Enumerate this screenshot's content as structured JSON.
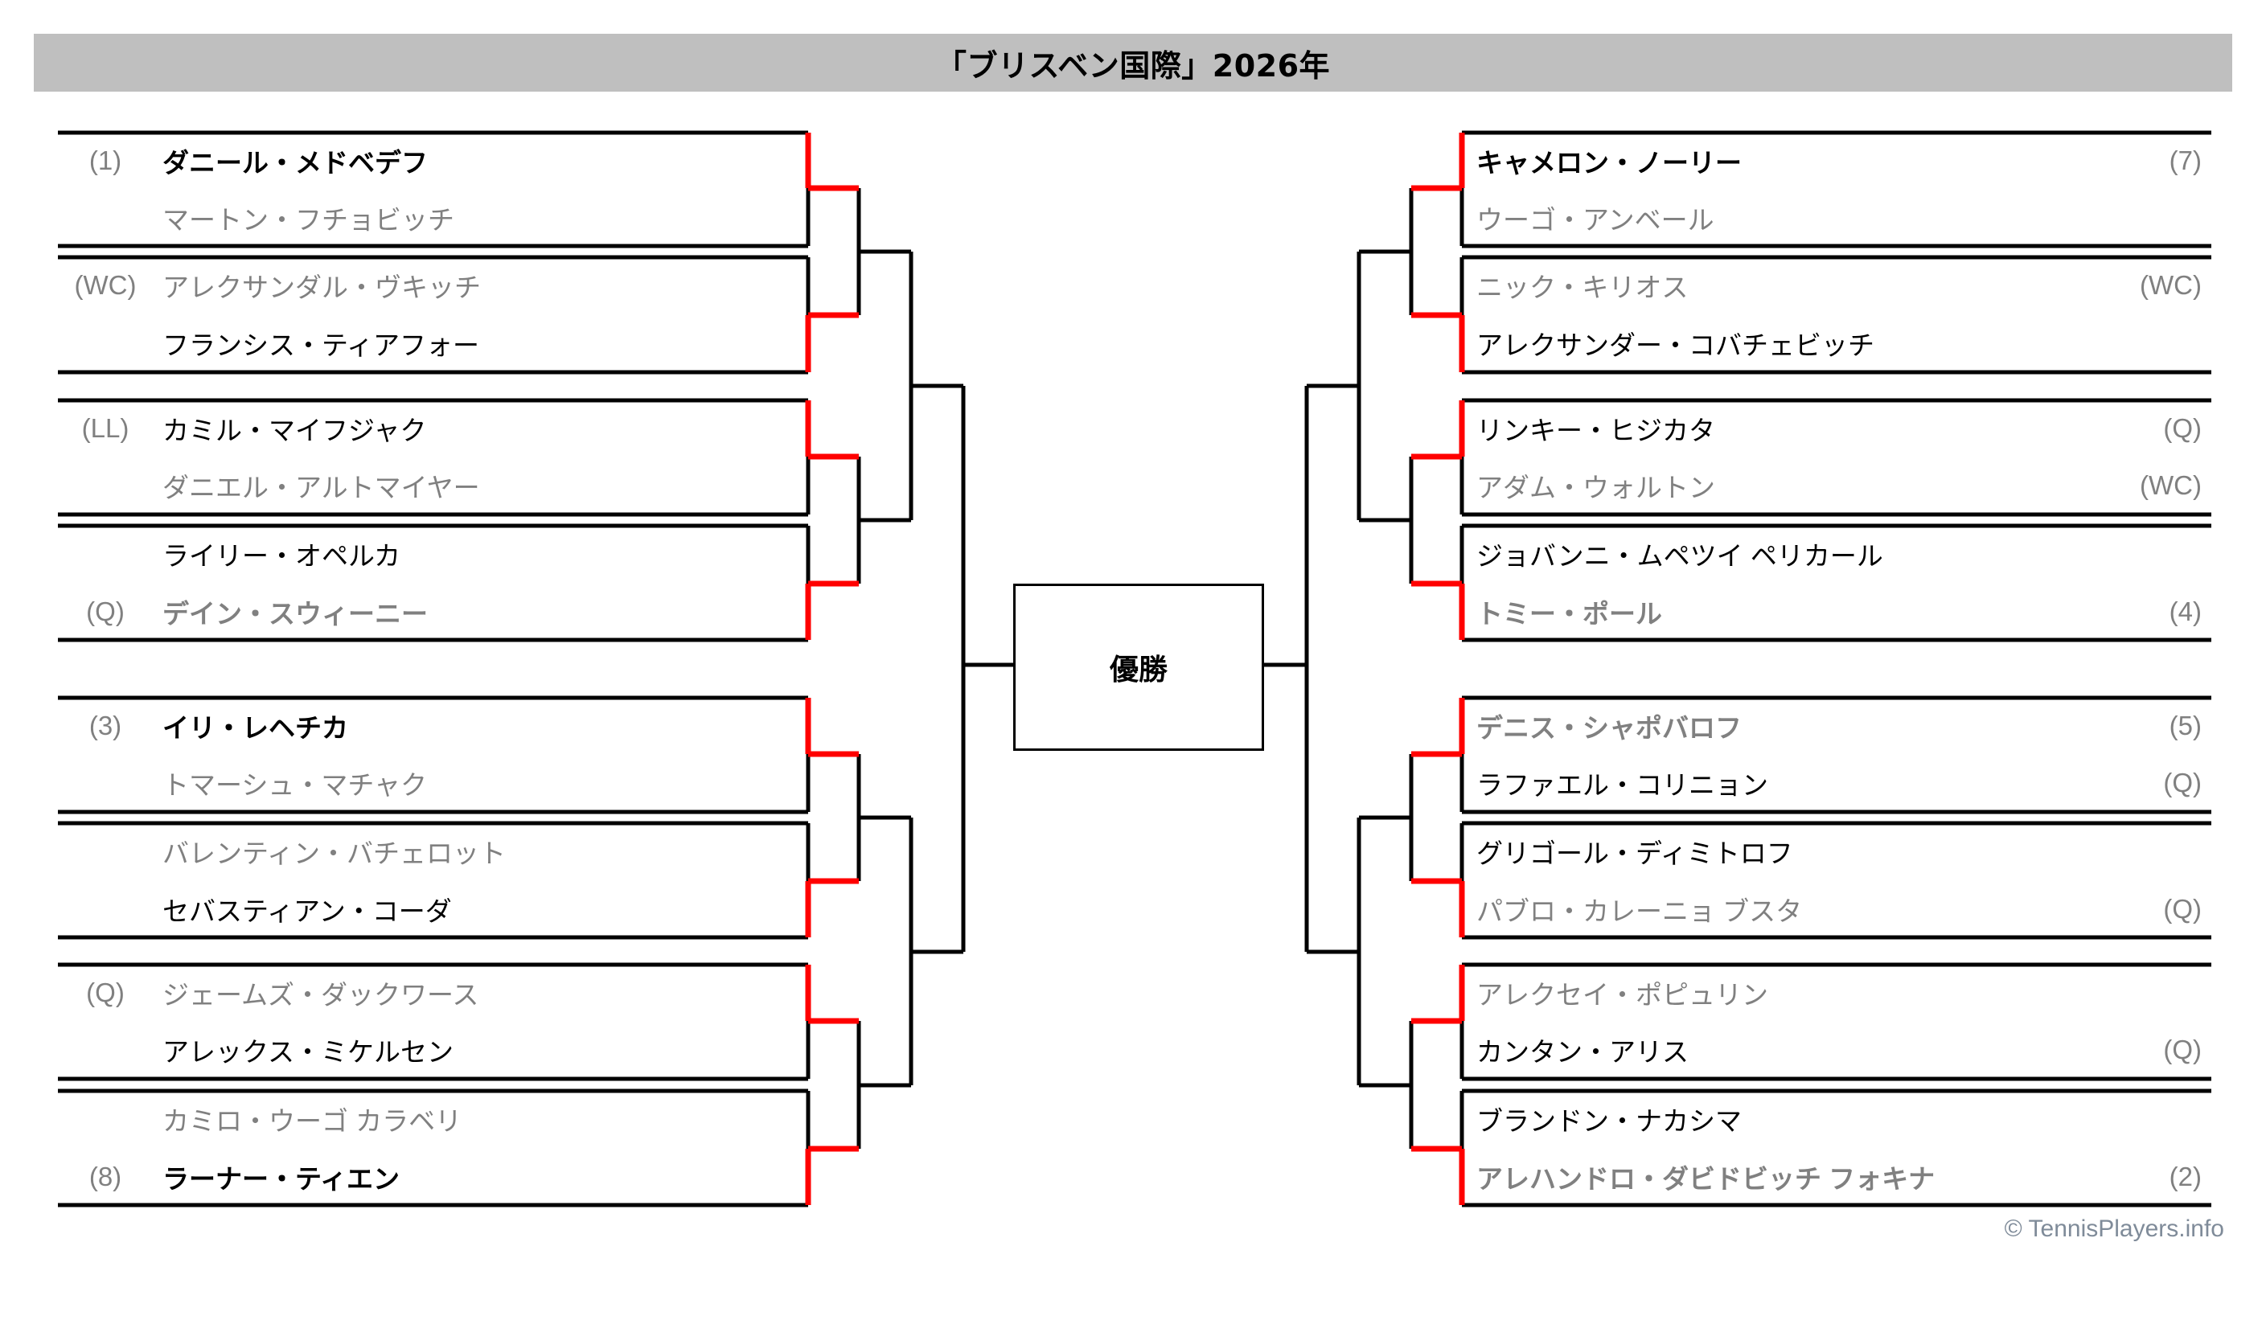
{
  "header": {
    "title": "「ブリスベン国際」2026年"
  },
  "champion": {
    "label": "優勝"
  },
  "footer": {
    "copyright": "© TennisPlayers.info"
  },
  "colors": {
    "title_bar_bg": "#bfbfbf",
    "winner_path": "#ff0000",
    "line": "#000000",
    "gray_text": "#808080",
    "footer_text": "#7f8b99"
  },
  "bracket": {
    "left": [
      {
        "seed": "(1)",
        "name": "ダニール・メドベデフ",
        "style": "winner"
      },
      {
        "seed": "",
        "name": "マートン・フチョビッチ",
        "style": "gray"
      },
      {
        "seed": "(WC)",
        "name": "アレクサンダル・ヴキッチ",
        "style": "gray"
      },
      {
        "seed": "",
        "name": "フランシス・ティアフォー",
        "style": "black"
      },
      {
        "seed": "(LL)",
        "name": "カミル・マイフジャク",
        "style": "black"
      },
      {
        "seed": "",
        "name": "ダニエル・アルトマイヤー",
        "style": "gray"
      },
      {
        "seed": "",
        "name": "ライリー・オペルカ",
        "style": "black"
      },
      {
        "seed": "(Q)",
        "name": "デイン・スウィーニー",
        "style": "grayb"
      },
      {
        "seed": "(3)",
        "name": "イリ・レヘチカ",
        "style": "winner"
      },
      {
        "seed": "",
        "name": "トマーシュ・マチャク",
        "style": "gray"
      },
      {
        "seed": "",
        "name": "バレンティン・バチェロット",
        "style": "gray"
      },
      {
        "seed": "",
        "name": "セバスティアン・コーダ",
        "style": "black"
      },
      {
        "seed": "(Q)",
        "name": "ジェームズ・ダックワース",
        "style": "gray"
      },
      {
        "seed": "",
        "name": "アレックス・ミケルセン",
        "style": "black"
      },
      {
        "seed": "",
        "name": "カミロ・ウーゴ カラベリ",
        "style": "gray"
      },
      {
        "seed": "(8)",
        "name": "ラーナー・ティエン",
        "style": "winner"
      }
    ],
    "right": [
      {
        "seed": "(7)",
        "name": "キャメロン・ノーリー",
        "style": "winner"
      },
      {
        "seed": "",
        "name": "ウーゴ・アンベール",
        "style": "gray"
      },
      {
        "seed": "(WC)",
        "name": "ニック・キリオス",
        "style": "gray"
      },
      {
        "seed": "",
        "name": "アレクサンダー・コバチェビッチ",
        "style": "black"
      },
      {
        "seed": "(Q)",
        "name": "リンキー・ヒジカタ",
        "style": "black"
      },
      {
        "seed": "(WC)",
        "name": "アダム・ウォルトン",
        "style": "gray"
      },
      {
        "seed": "",
        "name": "ジョバンニ・ムペツイ ペリカール",
        "style": "black"
      },
      {
        "seed": "(4)",
        "name": "トミー・ポール",
        "style": "grayb"
      },
      {
        "seed": "(5)",
        "name": "デニス・シャポバロフ",
        "style": "grayb"
      },
      {
        "seed": "(Q)",
        "name": "ラファエル・コリニョン",
        "style": "black"
      },
      {
        "seed": "",
        "name": "グリゴール・ディミトロフ",
        "style": "black"
      },
      {
        "seed": "(Q)",
        "name": "パブロ・カレーニョ ブスタ",
        "style": "gray"
      },
      {
        "seed": "",
        "name": "アレクセイ・ポピュリン",
        "style": "gray"
      },
      {
        "seed": "(Q)",
        "name": "カンタン・アリス",
        "style": "black"
      },
      {
        "seed": "",
        "name": "ブランドン・ナカシマ",
        "style": "black"
      },
      {
        "seed": "(2)",
        "name": "アレハンドロ・ダビドビッチ フォキナ",
        "style": "grayb"
      }
    ]
  }
}
